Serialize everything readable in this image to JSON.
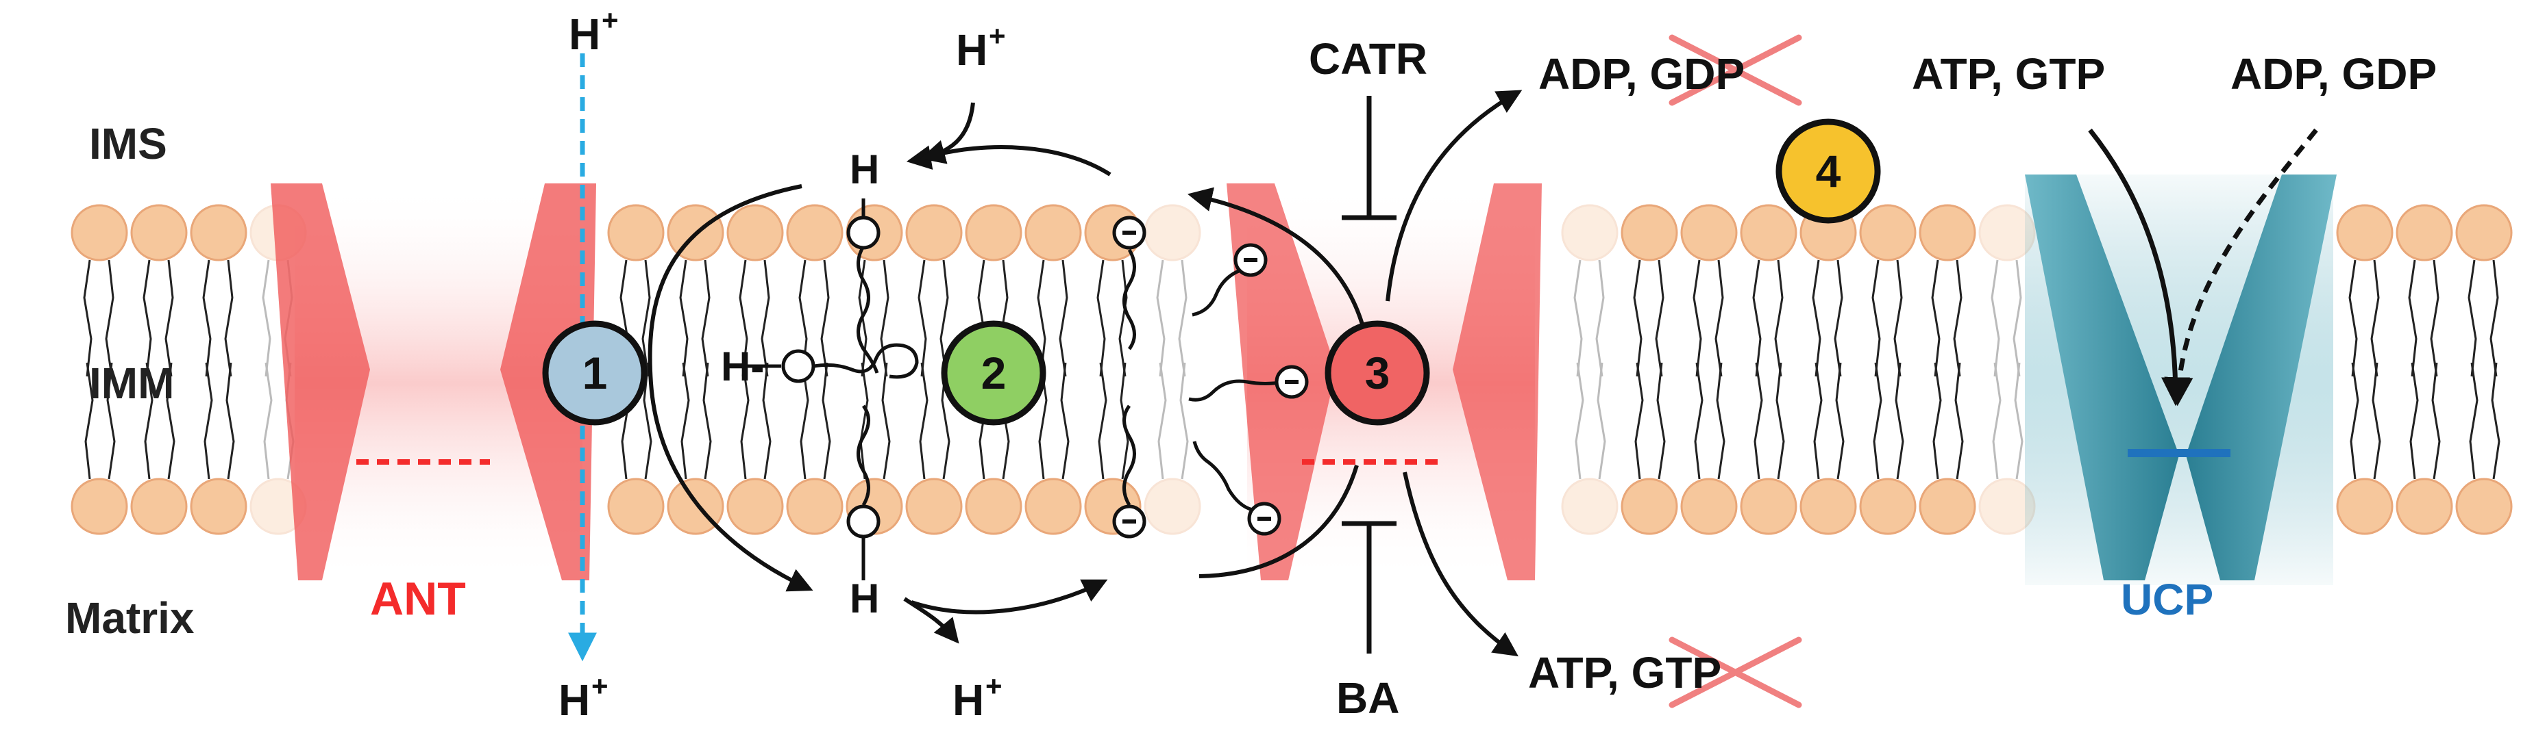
{
  "labels": {
    "ims": "IMS",
    "imm": "IMM",
    "matrix": "Matrix",
    "ant": "ANT",
    "ucp": "UCP",
    "catr": "CATR",
    "ba": "BA",
    "h_plus": "H",
    "plus": "+",
    "h_atom": "H",
    "h_bond": "H-",
    "adp_gdp_top": "ADP, GDP",
    "adp_part": "ADP, ",
    "gdp_part": "GDP",
    "atp_part": "ATP, ",
    "gtp_part": "GTP",
    "atp_gtp_ucp": "ATP, GTP",
    "adp_gdp_ucp": "ADP, GDP"
  },
  "steps": [
    {
      "label": "1",
      "color": "#a9c8dc"
    },
    {
      "label": "2",
      "color": "#8fcf63"
    },
    {
      "label": "3",
      "color": "#f06464"
    },
    {
      "label": "4",
      "color": "#f6c22d"
    }
  ],
  "colors": {
    "lipid_head": "#f6c79c",
    "lipid_edge": "#e9a779",
    "ant": "#f05a5a",
    "ucp": "#3e9aad",
    "proton_arrow": "#29abe2",
    "ant_label": "#f42b2b",
    "ucp_label": "#1f72bd",
    "cross": "#f08080"
  }
}
